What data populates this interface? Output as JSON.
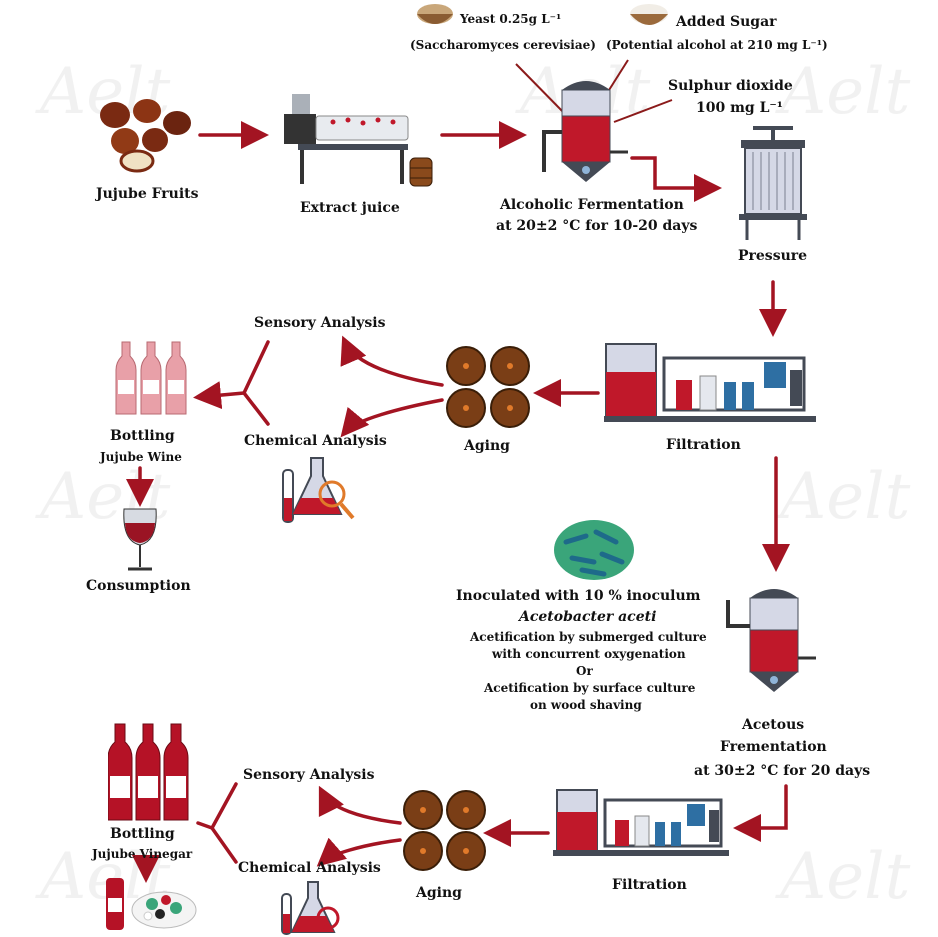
{
  "watermark": "Aelt",
  "colors": {
    "arrow": "#a31422",
    "wine": "#c0182a",
    "metal": "#444a55",
    "rose": "#e8a0a8",
    "bacteria": "#3aa57a"
  },
  "labels": {
    "yeast_1": "Yeast 0.25g L⁻¹",
    "yeast_2": "(Saccharomyces cerevisiae)",
    "sugar_1": "Added Sugar",
    "sugar_2": "(Potential alcohol at 210 mg L⁻¹)",
    "so2_1": "Sulphur dioxide",
    "so2_2": "100 mg L⁻¹",
    "fruits": "Jujube Fruits",
    "extract": "Extract juice",
    "alc_ferm_1": "Alcoholic Fermentation",
    "alc_ferm_2": "at 20±2 °C for 10-20 days",
    "pressure": "Pressure",
    "sensory_1": "Sensory Analysis",
    "chemical_1": "Chemical Analysis",
    "aging_1": "Aging",
    "filtration_1": "Filtration",
    "bottling_wine_1": "Bottling",
    "bottling_wine_2": "Jujube Wine",
    "consumption": "Consumption",
    "inoc_1": "Inoculated with 10 % inoculum",
    "inoc_2": "Acetobacter aceti",
    "inoc_3": "Acetification by submerged culture",
    "inoc_4": "with concurrent oxygenation",
    "inoc_5": "Or",
    "inoc_6": "Acetification by surface culture",
    "inoc_7": "on wood shaving",
    "acetous_1": "Acetous",
    "acetous_2": "Frementation",
    "acetous_3": "at 30±2 °C for 20 days",
    "sensory_2": "Sensory Analysis",
    "chemical_2": "Chemical Analysis",
    "aging_2": "Aging",
    "filtration_2": "Filtration",
    "bottling_vin_1": "Bottling",
    "bottling_vin_2": "Jujube Vinegar"
  }
}
